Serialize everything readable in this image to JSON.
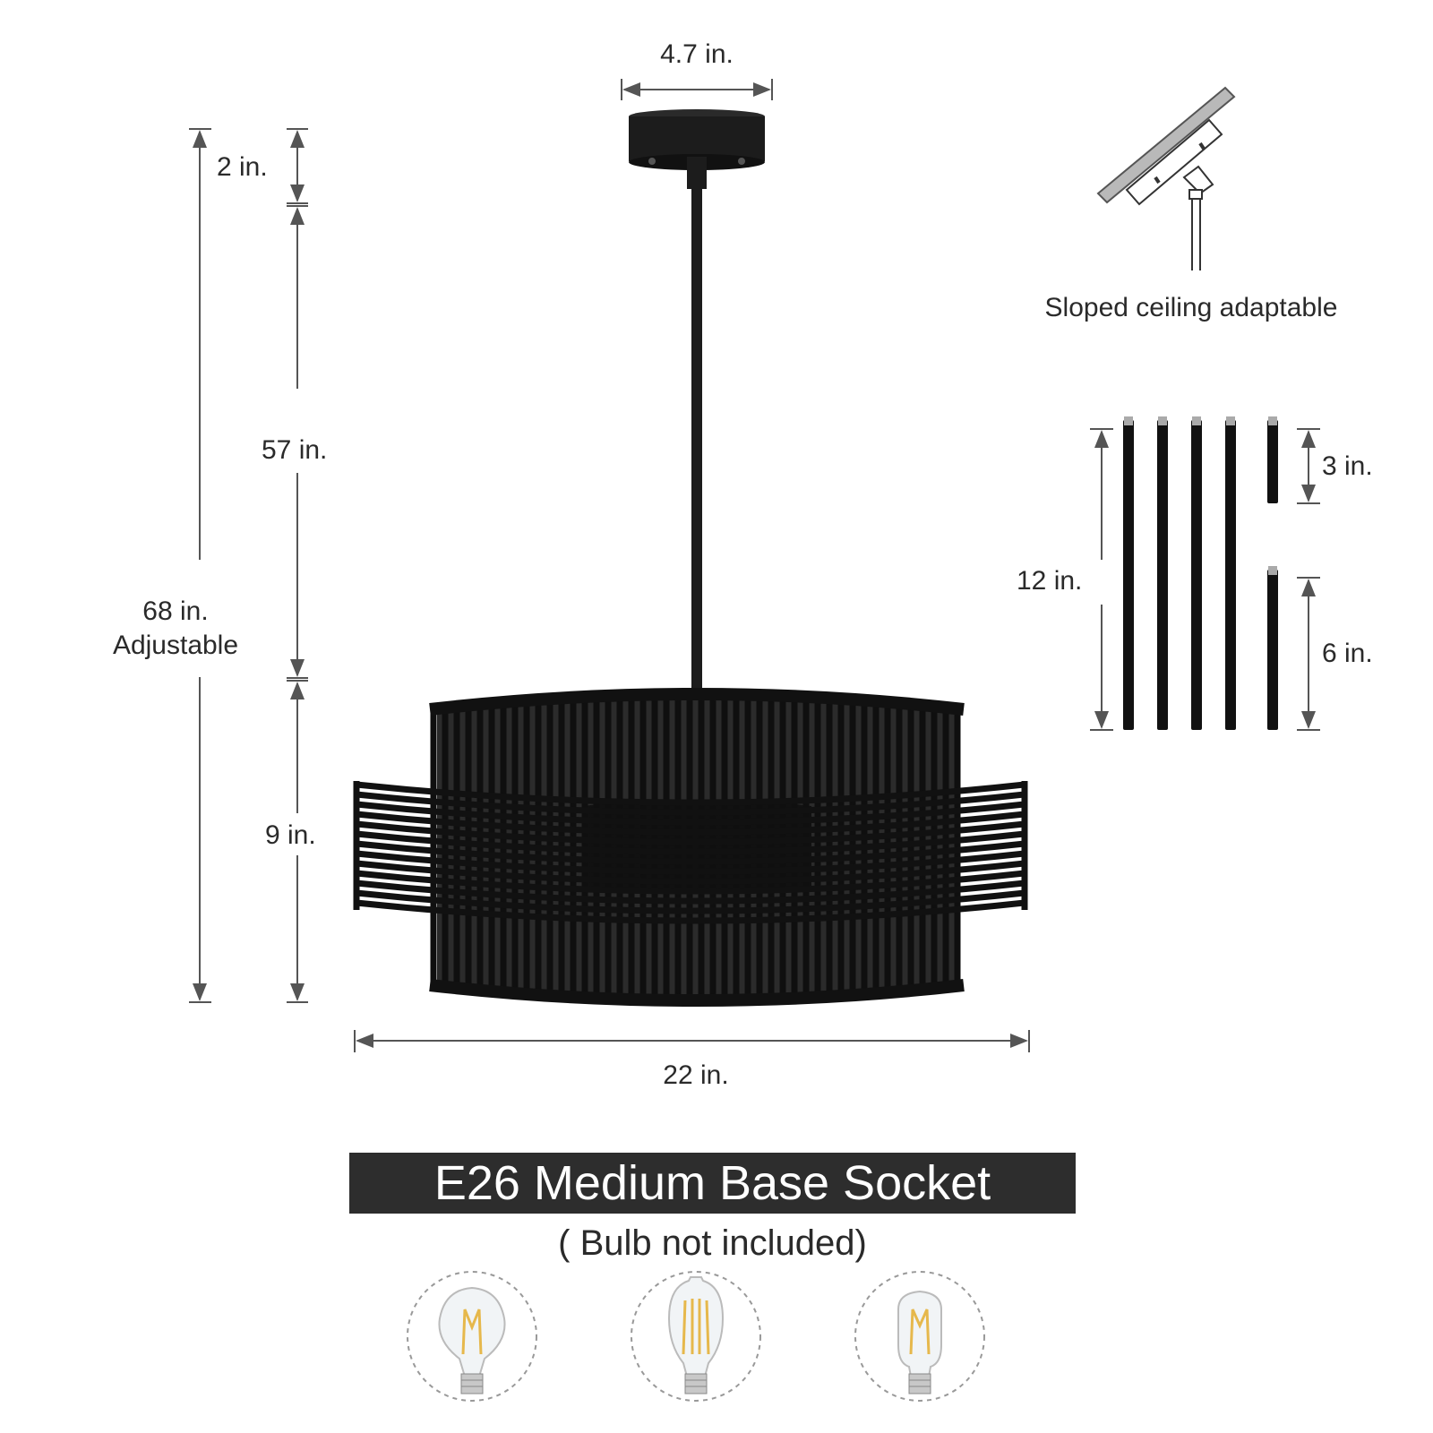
{
  "dimensions": {
    "canopy_width": "4.7 in.",
    "canopy_height": "2 in.",
    "rod_length": "57 in.",
    "total_height_value": "68 in.",
    "total_height_note": "Adjustable",
    "shade_height": "9 in.",
    "shade_width": "22 in."
  },
  "sloped_ceiling": {
    "label": "Sloped ceiling adaptable"
  },
  "rods": {
    "long_rod_label": "12 in.",
    "short_rod_label": "3 in.",
    "medium_rod_label": "6 in.",
    "long_rod_count": 4
  },
  "socket": {
    "title": "E26 Medium Base Socket",
    "note": "( Bulb not included)"
  },
  "bulbs": [
    {
      "icon": "a19-filament-bulb-icon"
    },
    {
      "icon": "st64-edison-bulb-icon"
    },
    {
      "icon": "t45-tube-bulb-icon"
    }
  ],
  "colors": {
    "fixture": "#1c1c1c",
    "banner": "#2d2d2d",
    "dimension_line": "#555555",
    "ceiling": "#b9b9b9"
  }
}
